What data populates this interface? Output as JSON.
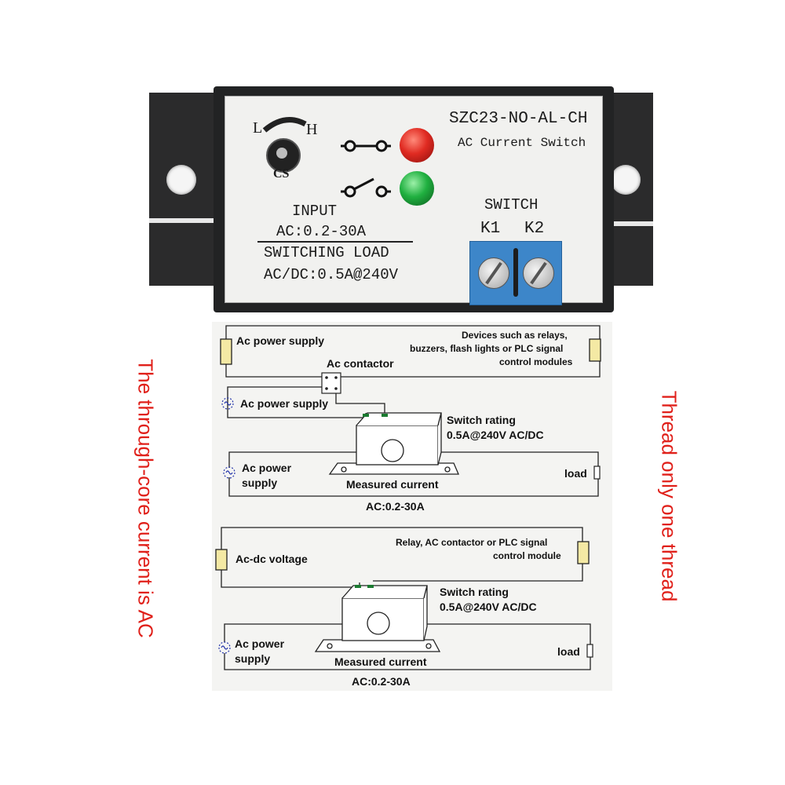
{
  "device": {
    "model": "SZC23-NO-AL-CH",
    "subtitle": "AC Current Switch",
    "knob_low": "L",
    "knob_high": "H",
    "knob_label": "CS",
    "input_title": "INPUT",
    "input_range": "AC:0.2-30A",
    "load_title": "SWITCHING LOAD",
    "load_rating": "AC/DC:0.5A@240V",
    "switch_title": "SWITCH",
    "terminal_k1": "K1",
    "terminal_k2": "K2"
  },
  "diagram1": {
    "ac_supply_top": "Ac power supply",
    "devices_line1": "Devices such as relays,",
    "devices_line2": "buzzers, flash lights or PLC signal",
    "devices_line3": "control modules",
    "contactor": "Ac contactor",
    "ac_supply_mid": "Ac power supply",
    "rating_line1": "Switch rating",
    "rating_line2": "0.5A@240V AC/DC",
    "ac_supply_bottom_line1": "Ac power",
    "ac_supply_bottom_line2": "supply",
    "measured": "Measured current",
    "load": "load",
    "range": "AC:0.2-30A"
  },
  "diagram2": {
    "voltage": "Ac-dc voltage",
    "relay_line1": "Relay, AC contactor or PLC signal",
    "relay_line2": "control module",
    "rating_line1": "Switch rating",
    "rating_line2": "0.5A@240V AC/DC",
    "ac_supply_line1": "Ac power",
    "ac_supply_line2": "supply",
    "measured": "Measured current",
    "load": "load",
    "range": "AC:0.2-30A"
  },
  "side_left": "The through-core current is AC",
  "side_right": "Thread only one thread",
  "colors": {
    "side_text": "#e0201a",
    "case": "#222324",
    "terminal": "#3d86c9",
    "led_red": "#e02b22",
    "led_green": "#20b040"
  }
}
